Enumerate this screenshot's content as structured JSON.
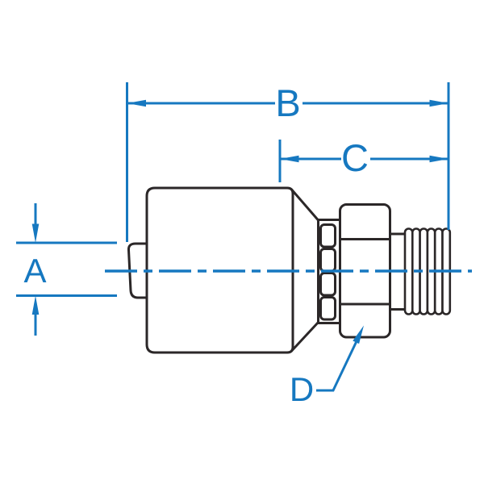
{
  "drawing": {
    "kind": "hydraulic-crimp-fitting-male-thread-side-view",
    "labels": {
      "dim_a": "A",
      "dim_b": "B",
      "dim_c": "C",
      "dim_d": "D"
    }
  },
  "colors": {
    "dimension_blue": "#1678C0",
    "outline_black": "#2B2728",
    "background": "#FFFFFF"
  }
}
